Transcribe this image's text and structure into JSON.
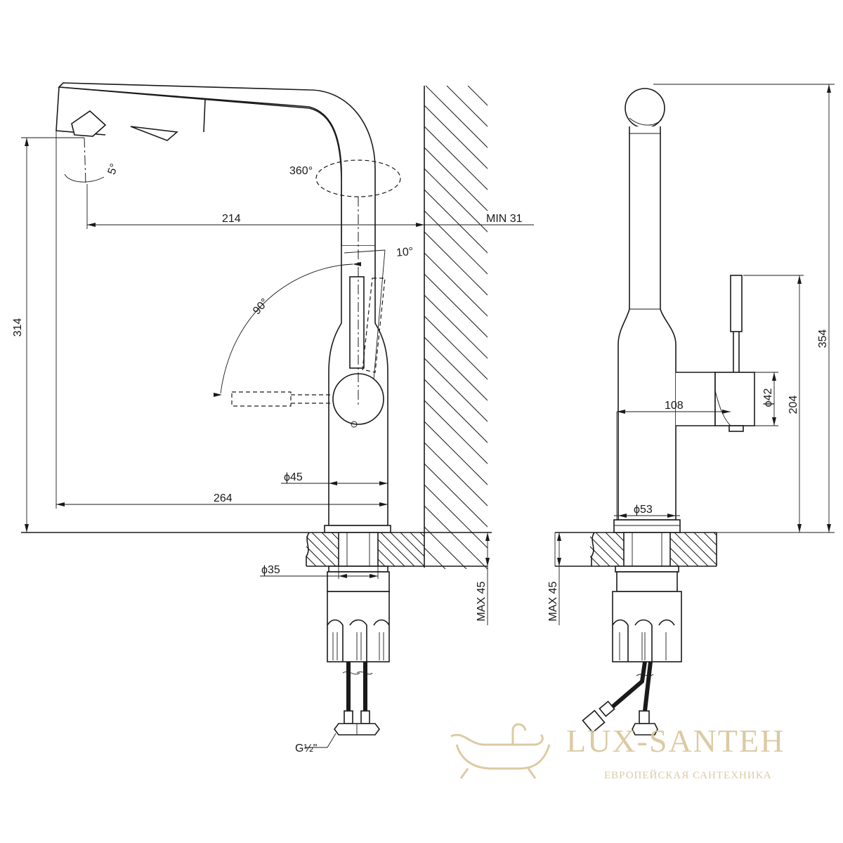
{
  "dimensions": {
    "spout_projection": "214",
    "wall_min": "MIN 31",
    "spout_angle": "5°",
    "swivel": "360°",
    "lever_tilt": "10°",
    "lever_rotation": "90°",
    "height_left": "314",
    "body_diameter": "ϕ45",
    "overall_reach": "264",
    "shank_diameter": "ϕ35",
    "max_thickness": "MAX 45",
    "thread": "G½\"",
    "overall_height": "354",
    "lever_height": "204",
    "handle_diameter": "ϕ42",
    "handle_reach": "108",
    "base_diameter": "ϕ53"
  },
  "watermark": {
    "brand": "LUX-SANTEH",
    "tagline": "ЕВРОПЕЙСКАЯ САНТЕХНИКА",
    "color": "#d9c59a"
  }
}
